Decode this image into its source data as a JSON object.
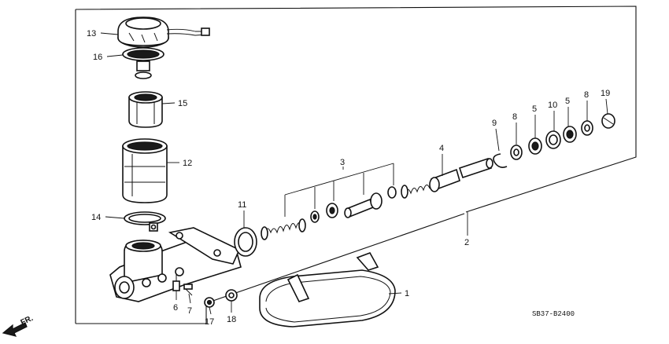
{
  "diagram": {
    "callouts": {
      "c1": "1",
      "c2": "2",
      "c3": "3",
      "c4": "4",
      "c5a": "5",
      "c5b": "5",
      "c6": "6",
      "c7": "7",
      "c8a": "8",
      "c8b": "8",
      "c9": "9",
      "c10": "10",
      "c11": "11",
      "c12": "12",
      "c13": "13",
      "c14": "14",
      "c15": "15",
      "c16": "16",
      "c17": "17",
      "c18": "18",
      "c19": "19"
    },
    "drawing_code": "SB37-B2400",
    "direction_label": "FR."
  }
}
